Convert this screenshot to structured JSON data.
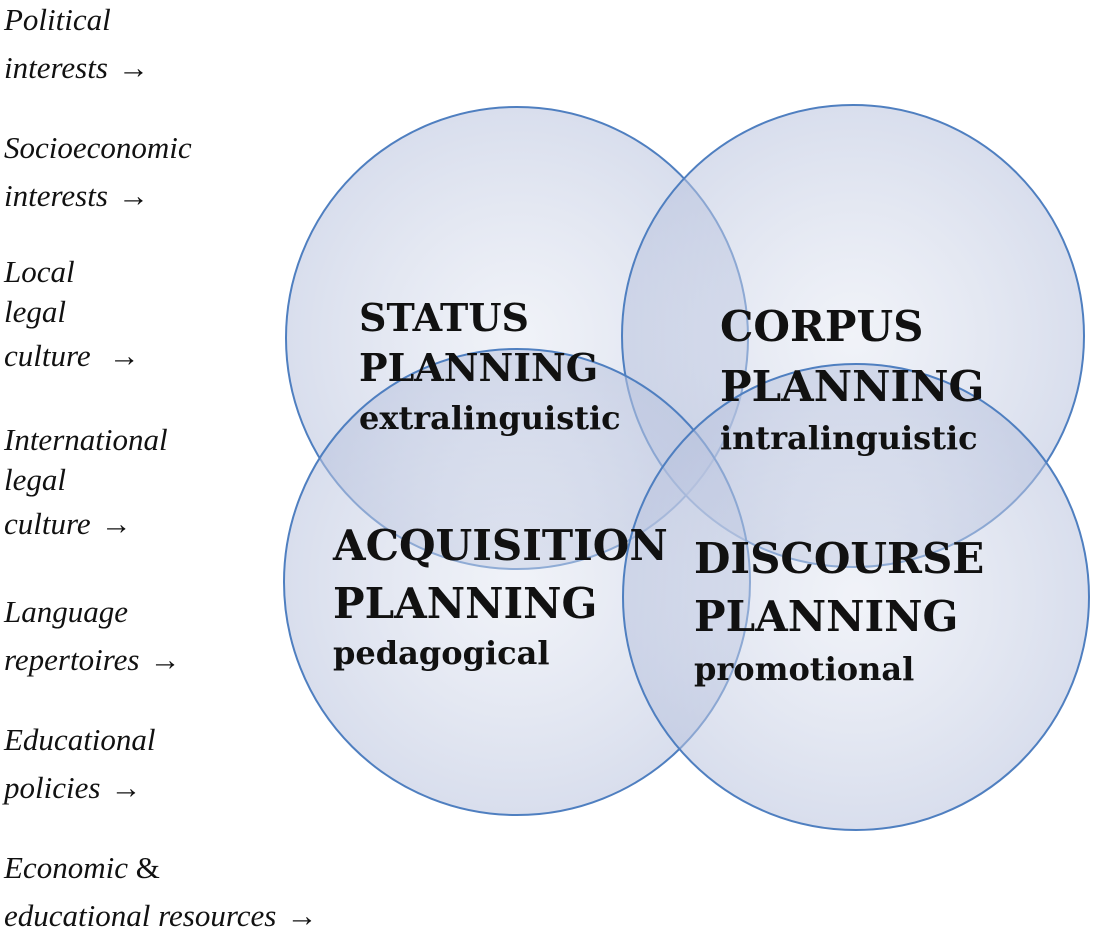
{
  "factors": [
    {
      "lines": [
        "Political",
        "interests"
      ]
    },
    {
      "lines": [
        "Socioeconomic",
        "interests"
      ]
    },
    {
      "lines": [
        "Local",
        "legal",
        "culture"
      ]
    },
    {
      "lines": [
        "International",
        "legal",
        "culture"
      ]
    },
    {
      "lines": [
        "Language",
        "repertoires"
      ]
    },
    {
      "lines": [
        "Educational",
        "policies"
      ]
    },
    {
      "lines": [
        "Economic",
        "educational resources"
      ],
      "amp": "&"
    }
  ],
  "arrow": "→",
  "planning": {
    "status": {
      "title1": "STATUS",
      "title2": "PLANNING",
      "sub": "extralinguistic"
    },
    "corpus": {
      "title1": "CORPUS",
      "title2": "PLANNING",
      "sub": "intralinguistic"
    },
    "acquisition": {
      "title1": "ACQUISITION",
      "title2": "PLANNING",
      "sub": "pedagogical"
    },
    "discourse": {
      "title1": "DISCOURSE",
      "title2": "PLANNING",
      "sub": "promotional"
    }
  },
  "colors": {
    "circle_fill": "#c9d1e6",
    "circle_stroke": "#4f7fc0"
  }
}
